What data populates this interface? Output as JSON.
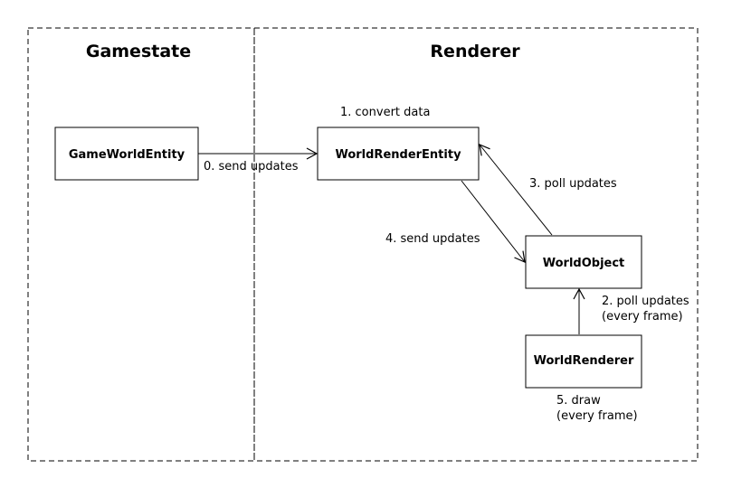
{
  "lanes": {
    "gamestate": "Gamestate",
    "renderer": "Renderer"
  },
  "boxes": {
    "game_world_entity": "GameWorldEntity",
    "world_render_entity": "WorldRenderEntity",
    "world_object": "WorldObject",
    "world_renderer": "WorldRenderer"
  },
  "labels": {
    "send_updates_0": "0. send updates",
    "convert_data": "1. convert data",
    "poll_updates_2_line1": "2. poll updates",
    "poll_updates_2_line2": "(every frame)",
    "poll_updates_3": "3. poll updates",
    "send_updates_4": "4. send updates",
    "draw_5_line1": "5. draw",
    "draw_5_line2": "(every frame)"
  }
}
